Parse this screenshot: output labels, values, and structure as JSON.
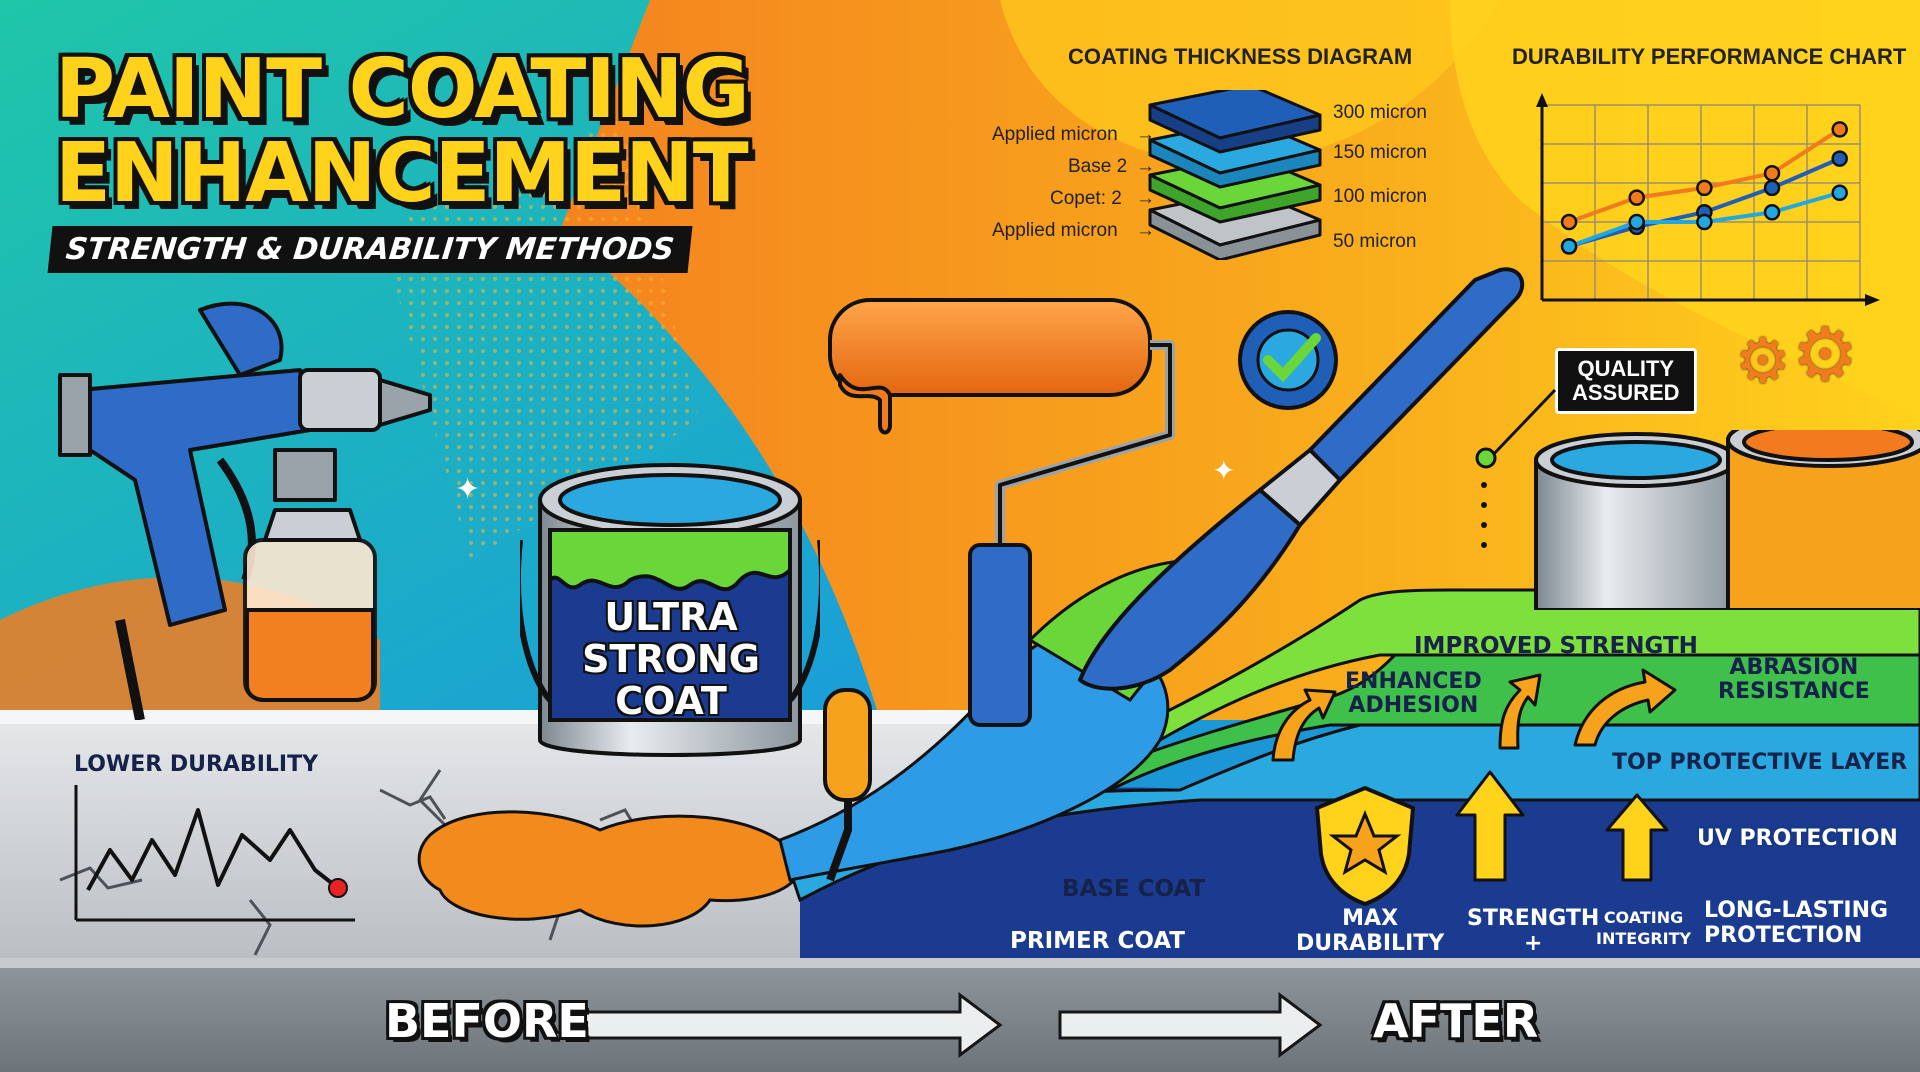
{
  "title": {
    "line1": "PAINT COATING",
    "line2": "ENHANCEMENT",
    "subtitle": "STRENGTH & DURABILITY METHODS"
  },
  "thickness_diagram": {
    "title": "COATING THICKNESS DIAGRAM",
    "left_labels": [
      "Applied micron",
      "Base 2",
      "Copet: 2",
      "Applied micron"
    ],
    "right_labels": [
      "300 micron",
      "150 micron",
      "100 micron",
      "50 micron"
    ],
    "layer_colors": [
      "#1f5fb8",
      "#2aa9e0",
      "#6ad63a",
      "#bfc4c9"
    ]
  },
  "performance_chart": {
    "title": "DURABILITY PERFORMANCE CHART"
  },
  "chart_data": {
    "type": "line",
    "title": "DURABILITY PERFORMANCE CHART",
    "x": [
      1,
      2,
      3,
      4,
      5
    ],
    "series": [
      {
        "color": "#f07a1c",
        "values": [
          3.2,
          4.2,
          4.6,
          5.2,
          7.0
        ]
      },
      {
        "color": "#1f5fb8",
        "values": [
          2.2,
          3.0,
          3.6,
          4.6,
          5.8
        ]
      },
      {
        "color": "#22a8e0",
        "values": [
          2.2,
          3.2,
          3.2,
          3.6,
          4.4
        ]
      }
    ],
    "ylim": [
      0,
      8
    ],
    "grid": true
  },
  "paint_can": {
    "label": "ULTRA STRONG COAT",
    "lines": [
      "ULTRA",
      "STRONG",
      "COAT"
    ]
  },
  "quality_badge": {
    "line1": "QUALITY",
    "line2": "ASSURED"
  },
  "lower_durability": {
    "label": "LOWER DURABILITY"
  },
  "layers": {
    "top": "TOP PROTECTIVE LAYER",
    "uv": "UV PROTECTION",
    "base": "BASE COAT",
    "primer": "PRIMER COAT"
  },
  "benefits": {
    "improved_strength": "IMPROVED STRENGTH",
    "enhanced_adhesion_1": "ENHANCED",
    "enhanced_adhesion_2": "ADHESION",
    "abrasion_1": "ABRASION",
    "abrasion_2": "RESISTANCE",
    "max_1": "MAX",
    "max_2": "DURABILITY",
    "strength_1": "STRENGTH",
    "strength_2": "+",
    "integrity_1": "COATING",
    "integrity_2": "INTEGRITY",
    "long_1": "LONG-LASTING",
    "long_2": "PROTECTION"
  },
  "footer": {
    "before": "BEFORE",
    "after": "AFTER"
  },
  "colors": {
    "teal": "#1ec2b6",
    "blue": "#1f8ee0",
    "orange": "#f27b1f",
    "yellow": "#ffd21c",
    "green": "#6ad63a",
    "navy": "#15306e"
  }
}
